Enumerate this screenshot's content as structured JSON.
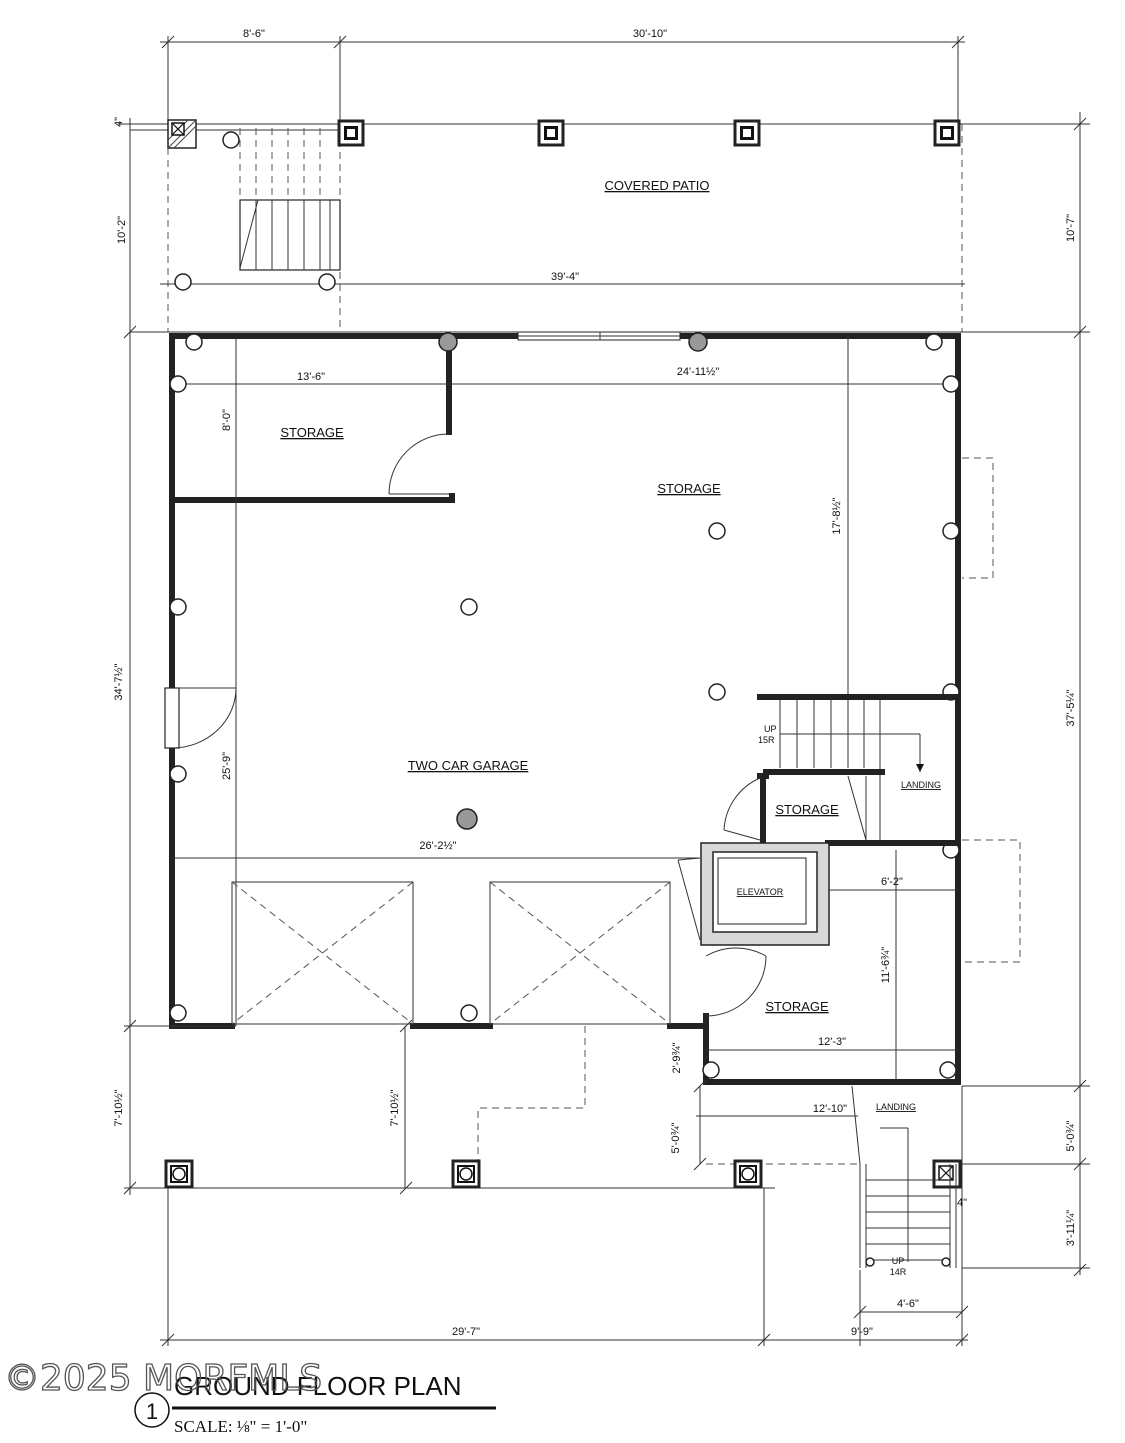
{
  "title": "GROUND FLOOR PLAN",
  "drawing_number": "1",
  "scale": "SCALE: ⅛\" = 1'-0\"",
  "watermark": "©2025 MORFMLS",
  "rooms": {
    "covered_patio": "COVERED PATIO",
    "storage_nw": "STORAGE",
    "storage_main": "STORAGE",
    "two_car_garage": "TWO CAR GARAGE",
    "storage_stair": "STORAGE",
    "elevator": "ELEVATOR",
    "storage_se": "STORAGE",
    "landing_east": "LANDING",
    "landing_south": "LANDING"
  },
  "stairs": {
    "main_up": "UP",
    "main_risers": "15R",
    "exterior_up": "UP",
    "exterior_risers": "14R"
  },
  "dimensions": {
    "top_left": "8'-6\"",
    "top_right": "30'-10\"",
    "patio_width": "39'-4\"",
    "patio_depth_left": "10'-2\"",
    "patio_depth_right": "10'-7\"",
    "post_offset": "4\"",
    "storage_width": "13'-6\"",
    "storage_depth": "8'-0\"",
    "storage_main_width": "24'-11½\"",
    "storage_main_depth": "17'-8½\"",
    "overall_depth_left": "34'-7½\"",
    "overall_depth_right": "37'-5¼\"",
    "garage_depth": "25'-9\"",
    "garage_width": "26'-2½\"",
    "elevator_room_width": "6'-2\"",
    "storage_se_depth": "11'-6¾\"",
    "storage_se_width": "12'-3\"",
    "wall_jog": "2'-9¾\"",
    "south_depth_left": "7'-10½\"",
    "south_depth_mid": "7'-10½\"",
    "landing_width": "12'-10\"",
    "landing_depth_left": "5'-0¾\"",
    "landing_depth_right": "5'-0¾\"",
    "stair_run": "3'-11¼\"",
    "stair_post": "4\"",
    "stair_width": "4'-6\"",
    "bottom_left": "29'-7\"",
    "bottom_right": "9'-9\""
  }
}
